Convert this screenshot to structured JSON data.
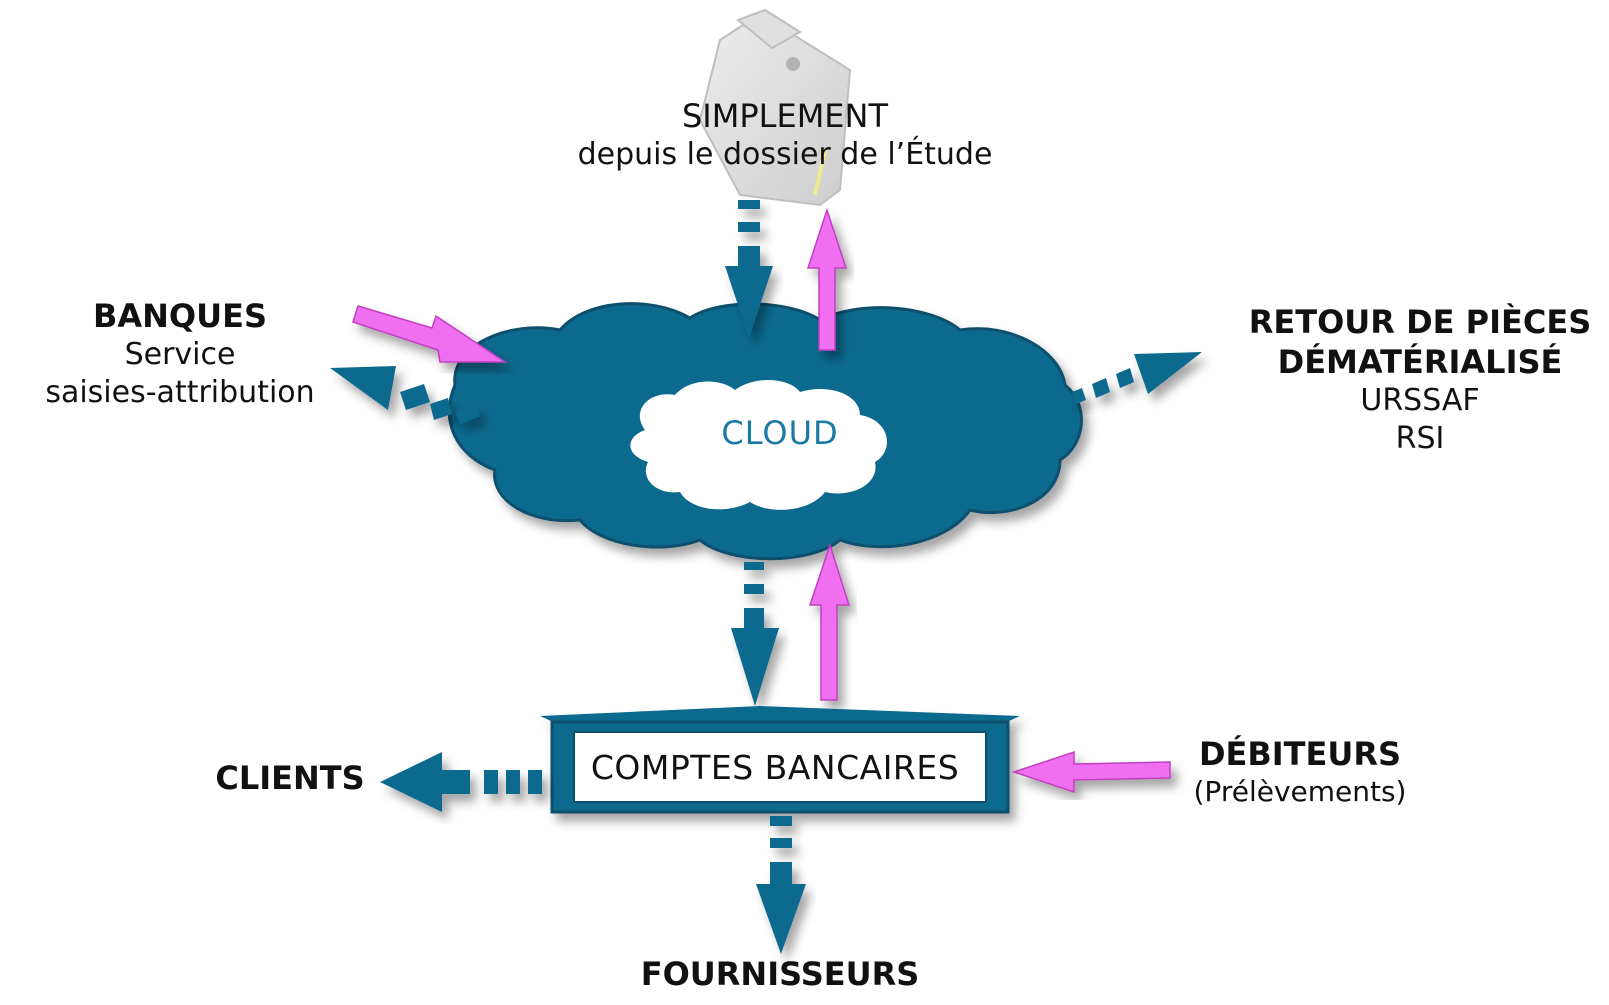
{
  "colors": {
    "teal": "#0f6a8f",
    "teal_dark": "#0a4f6d",
    "magenta": "#f06ef0",
    "cloud_text": "#1a7aa3"
  },
  "icons": {
    "folder": "folder-icon"
  },
  "top": {
    "title": "SIMPLEMENT",
    "subtitle": "depuis le dossier de l’Étude"
  },
  "banques": {
    "title": "BANQUES",
    "line1": "Service",
    "line2": "saisies-attribution"
  },
  "retour": {
    "line1": "RETOUR DE PIÈCES",
    "line2": "DÉMATÉRIALISÉ",
    "line3": "URSSAF",
    "line4": "RSI"
  },
  "cloud": {
    "label": "CLOUD"
  },
  "comptes": {
    "label": "COMPTES BANCAIRES"
  },
  "clients": {
    "label": "CLIENTS"
  },
  "debiteurs": {
    "title": "DÉBITEURS",
    "subtitle": "(Prélèvements)"
  },
  "fournisseurs": {
    "label": "FOURNISSEURS"
  }
}
